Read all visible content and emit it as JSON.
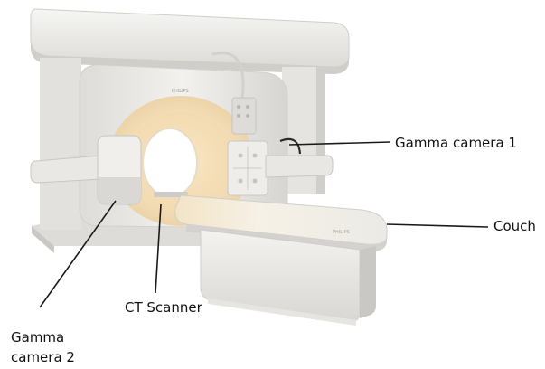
{
  "labels": {
    "gamma_camera_1": "Gamma camera 1",
    "couch": "Couch",
    "ct_scanner": "CT Scanner",
    "gamma_camera_2_line1": "Gamma",
    "gamma_camera_2_line2": "camera 2"
  },
  "colors": {
    "machine_body": "#ecebe8",
    "machine_shadow": "#d3d2ce",
    "bore_glow": "#f7e4c4",
    "bore_glow_inner": "#fbf0dc",
    "leader_line": "#1a1a1a",
    "label_text": "#111111"
  }
}
